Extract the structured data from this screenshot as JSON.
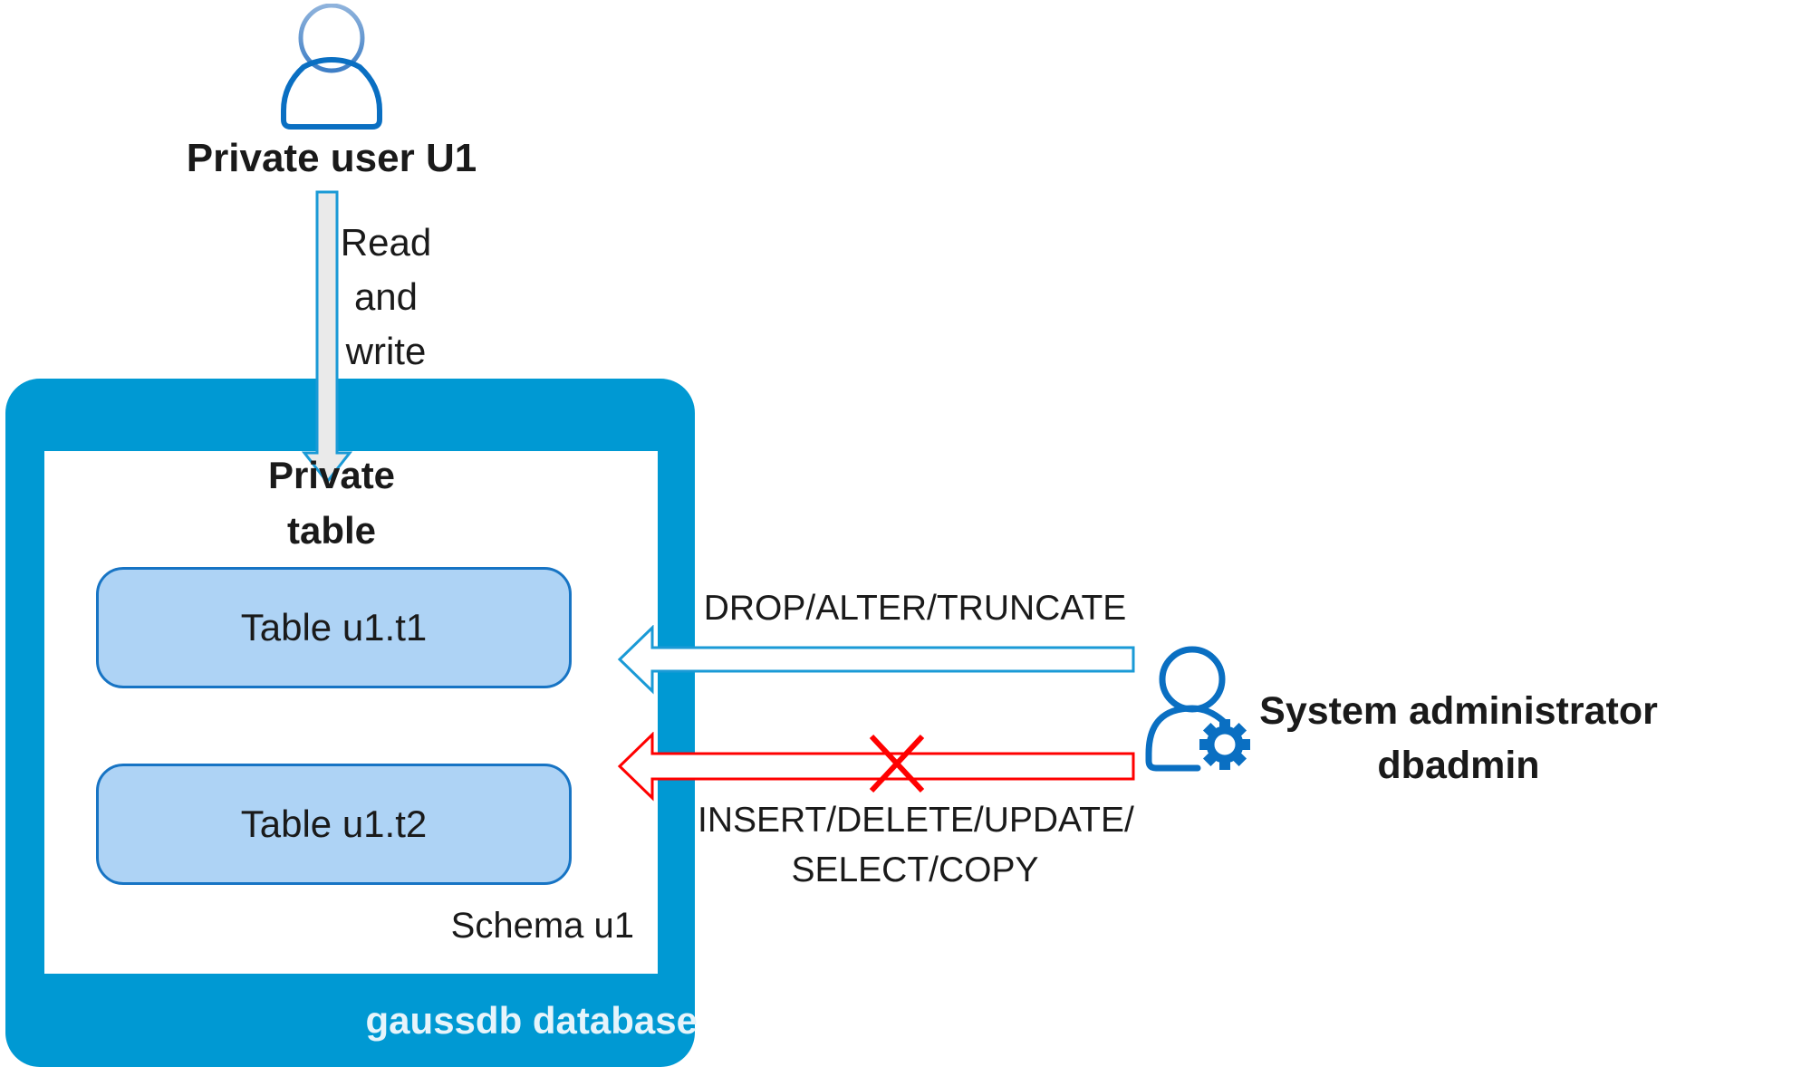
{
  "private_user": {
    "label": "Private user U1",
    "icon": "user-icon"
  },
  "read_write_arrow": {
    "label_lines": [
      "Read",
      "and",
      "write"
    ]
  },
  "database": {
    "label": "gaussdb database",
    "color": "#0099d3"
  },
  "schema": {
    "label": "Schema u1",
    "private_table_lines": [
      "Private",
      "table"
    ],
    "tables": [
      {
        "label": "Table u1.t1"
      },
      {
        "label": "Table u1.t2"
      }
    ]
  },
  "admin": {
    "label_lines": [
      "System administrator",
      "dbadmin"
    ],
    "icon": "user-gear-icon"
  },
  "allowed_arrow": {
    "label": "DROP/ALTER/TRUNCATE",
    "color": "#1a9ad6"
  },
  "denied_arrow": {
    "label_lines": [
      "INSERT/DELETE/UPDATE/",
      "SELECT/COPY"
    ],
    "color": "#ff0000",
    "marker": "cross-icon"
  }
}
